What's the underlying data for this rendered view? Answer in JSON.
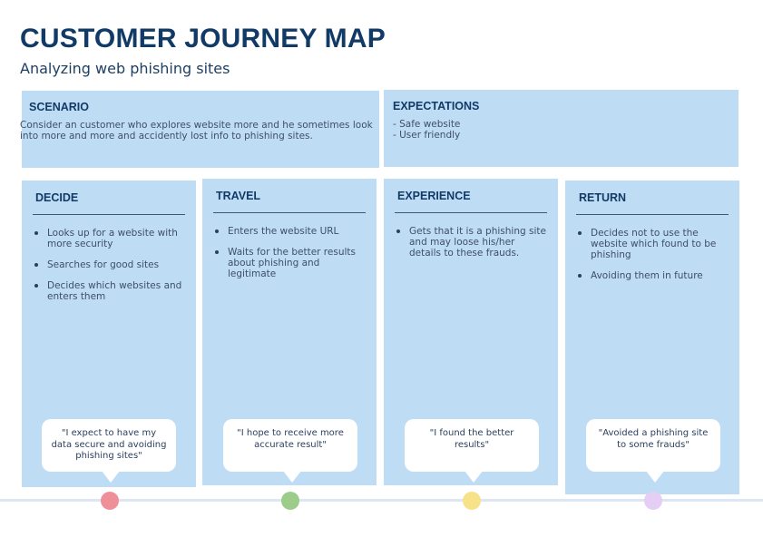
{
  "header": {
    "title": "CUSTOMER JOURNEY MAP",
    "subtitle": "Analyzing web phishing sites"
  },
  "scenario": {
    "heading": "SCENARIO",
    "text": "Consider an customer who explores website more and he sometimes look into more and more and accidently lost info to phishing sites."
  },
  "expectations": {
    "heading": "EXPECTATIONS",
    "items": [
      "- Safe website",
      "- User friendly"
    ]
  },
  "stages": [
    {
      "heading": "DECIDE",
      "bullets": [
        "Looks up for a website with more security",
        "Searches for good sites",
        "Decides which websites and enters them"
      ],
      "quote": "\"I expect to have my data secure and avoiding phishing sites\"",
      "dot_color": "#ef8f97"
    },
    {
      "heading": "TRAVEL",
      "bullets": [
        "Enters the website URL",
        "Waits for the better results about phishing and legitimate"
      ],
      "quote": "\"I hope to receive more accurate result\"",
      "dot_color": "#9ccc89"
    },
    {
      "heading": "EXPERIENCE",
      "bullets": [
        "Gets that it is a phishing site and may loose his/her details to these frauds."
      ],
      "quote": "\"I found the better results\"",
      "dot_color": "#f7e28a"
    },
    {
      "heading": "RETURN",
      "bullets": [
        "Decides not to use the website which found to be phishing",
        "Avoiding them in future"
      ],
      "quote": "\"Avoided a phishing site to some frauds\"",
      "dot_color": "#e5cdf3"
    }
  ],
  "colors": {
    "panel": "#bfdcf5",
    "title": "#123a66",
    "timeline": "#dde6f5"
  }
}
